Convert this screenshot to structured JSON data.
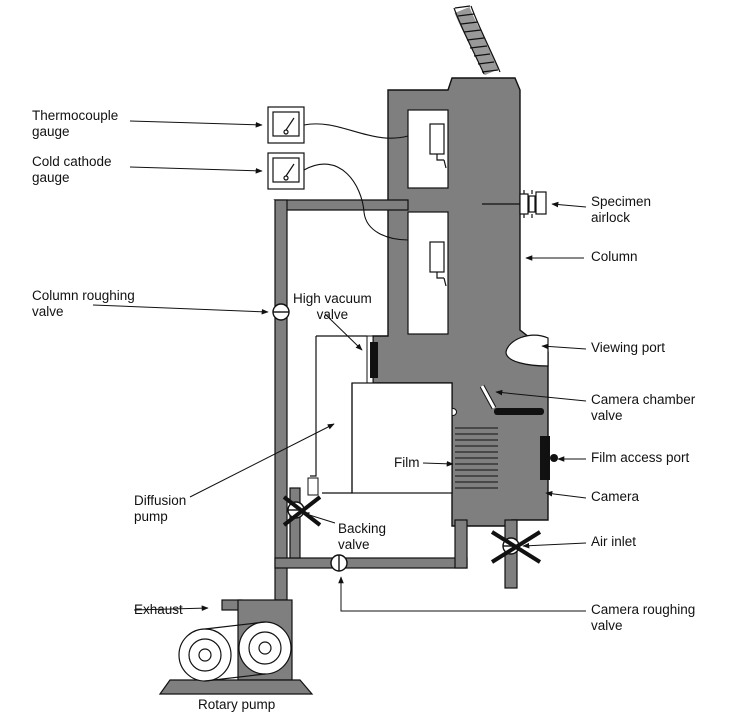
{
  "labels": {
    "thermocouple": [
      "Thermocouple",
      "gauge"
    ],
    "cold_cathode": [
      "Cold cathode",
      "gauge"
    ],
    "column_roughing": [
      "Column roughing",
      "valve"
    ],
    "high_vacuum": [
      "High vacuum",
      "valve"
    ],
    "diffusion": [
      "Diffusion",
      "pump"
    ],
    "exhaust": "Exhaust",
    "rotary": "Rotary pump",
    "backing": [
      "Backing",
      "valve"
    ],
    "specimen": [
      "Specimen",
      "airlock"
    ],
    "column": "Column",
    "viewing": "Viewing port",
    "camera_chamber": [
      "Camera chamber",
      "valve"
    ],
    "film_access": "Film access port",
    "camera": "Camera",
    "air_inlet": "Air inlet",
    "camera_roughing": [
      "Camera roughing",
      "valve"
    ],
    "film": "Film"
  },
  "colors": {
    "body": "#7f7f7f",
    "pipe": "#7f7f7f",
    "line": "#111111",
    "window": "#ffffff"
  }
}
